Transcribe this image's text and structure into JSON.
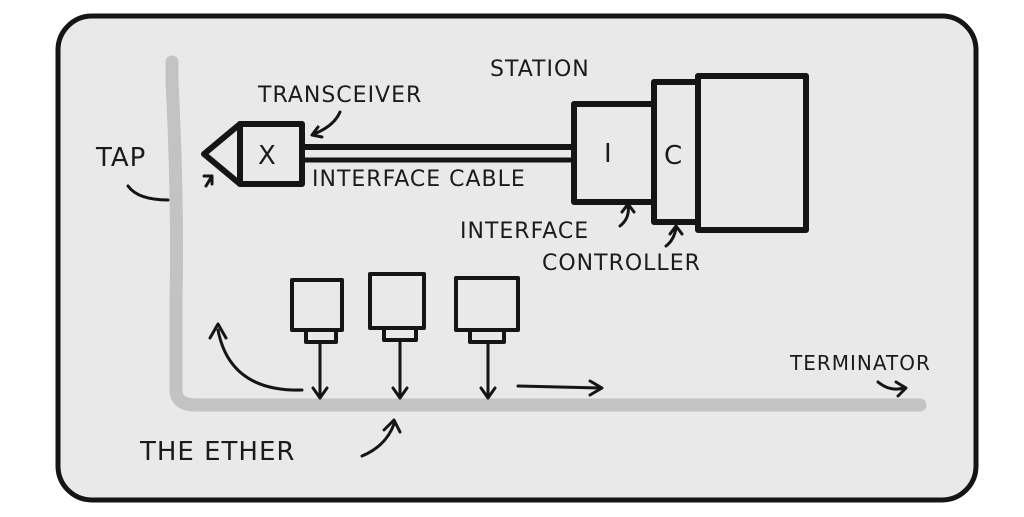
{
  "diagram": {
    "labels": {
      "station": "STATION",
      "transceiver": "TRANSCEIVER",
      "tap": "TAP",
      "interface_cable": "INTERFACE CABLE",
      "interface": "INTERFACE",
      "controller": "CONTROLLER",
      "terminator": "TERMINATOR",
      "the_ether": "THE ETHER"
    },
    "glyphs": {
      "transceiver_box": "X",
      "interface_box": "I",
      "controller_box": "C"
    },
    "colors": {
      "background": "#e9e9e9",
      "ink": "#151515",
      "ether": "#c3c3c3"
    },
    "taps": [
      {
        "id": "tap-1"
      },
      {
        "id": "tap-2"
      },
      {
        "id": "tap-3"
      }
    ]
  }
}
